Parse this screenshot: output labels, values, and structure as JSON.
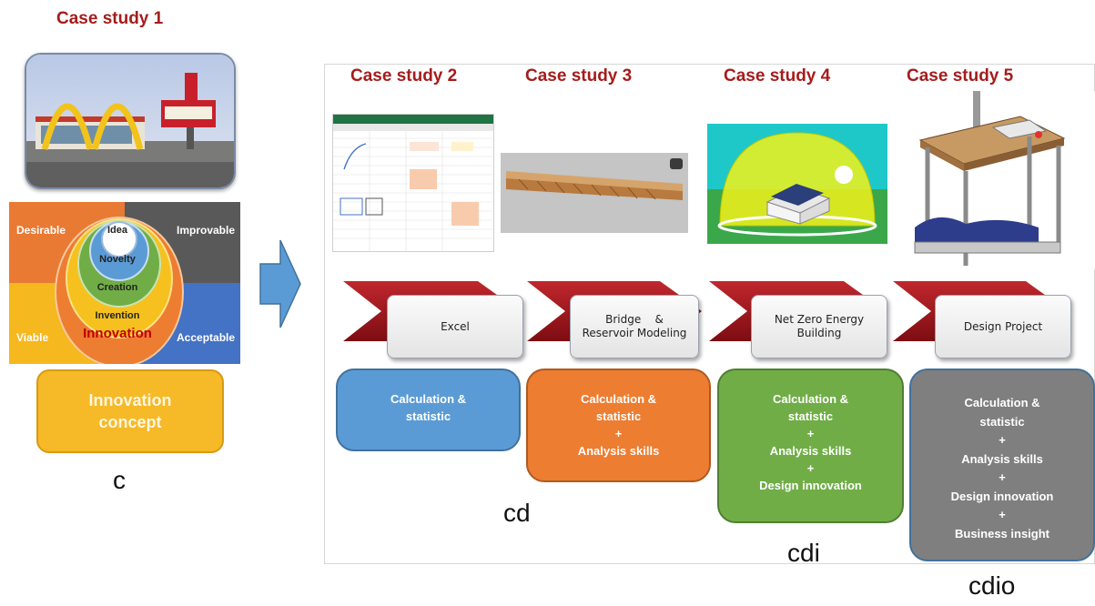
{
  "case1": {
    "title": "Case study 1",
    "quadrants": [
      "Desirable",
      "Improvable",
      "Viable",
      "Acceptable"
    ],
    "circles": [
      "Idea",
      "Novelty",
      "Creation",
      "Invention",
      "Innovation"
    ],
    "concept_lines": [
      "Innovation",
      "concept"
    ],
    "letter": "c"
  },
  "cases": [
    {
      "title": "Case study 2",
      "chevron_lines": [
        "Excel"
      ],
      "skills": [
        "Calculation &",
        "statistic"
      ],
      "letter": "cd"
    },
    {
      "title": "Case study 3",
      "chevron_lines": [
        "Bridge    &",
        "Reservoir Modeling"
      ],
      "skills": [
        "Calculation &",
        "statistic",
        "+",
        "Analysis  skills"
      ],
      "letter": ""
    },
    {
      "title": "Case study 4",
      "chevron_lines": [
        "Net Zero Energy",
        "Building"
      ],
      "skills": [
        "Calculation &",
        "statistic",
        "+",
        "Analysis  skills",
        "+",
        "Design innovation"
      ],
      "letter": "cdi"
    },
    {
      "title": "Case study 5",
      "chevron_lines": [
        "Design Project"
      ],
      "skills": [
        "Calculation &",
        "statistic",
        "+",
        "Analysis  skills",
        "+",
        "Design innovation",
        "+",
        "Business insight"
      ],
      "letter": "cdio"
    }
  ],
  "colors": {
    "title_red": "#a51c1c",
    "chevron_red": "#a31218",
    "arrow_blue": "#5b9bd5",
    "box_blue": "#5b9bd5",
    "box_orange": "#ed7d31",
    "box_green": "#70ad47",
    "box_gray": "#7f7f7f"
  }
}
